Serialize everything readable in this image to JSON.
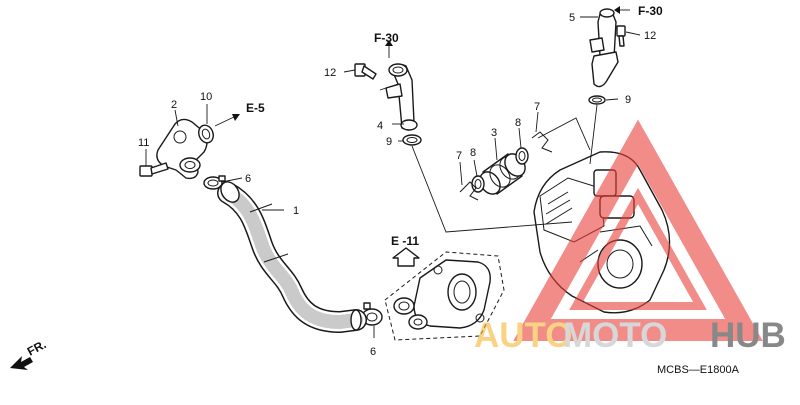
{
  "diagram": {
    "code": "MCBS—E1800A",
    "front_label": "FR.",
    "refs": {
      "e5": "E-5",
      "e11": "E -11",
      "f30_a": "F-30",
      "f30_b": "F-30"
    },
    "callouts": {
      "c1": "1",
      "c2": "2",
      "c3": "3",
      "c4": "4",
      "c5": "5",
      "c6a": "6",
      "c6b": "6",
      "c7a": "7",
      "c7b": "7",
      "c8a": "8",
      "c8b": "8",
      "c9a": "9",
      "c9b": "9",
      "c10": "10",
      "c11": "11",
      "c12a": "12",
      "c12b": "12"
    }
  },
  "watermark": {
    "part1": "AUTO",
    "part2": "MOTO",
    "part3": "HUB",
    "colors": {
      "auto": "#f6b632",
      "moto": "#bdbdbd",
      "hub": "#3a3a3a",
      "triangle": "#e8403a"
    }
  }
}
